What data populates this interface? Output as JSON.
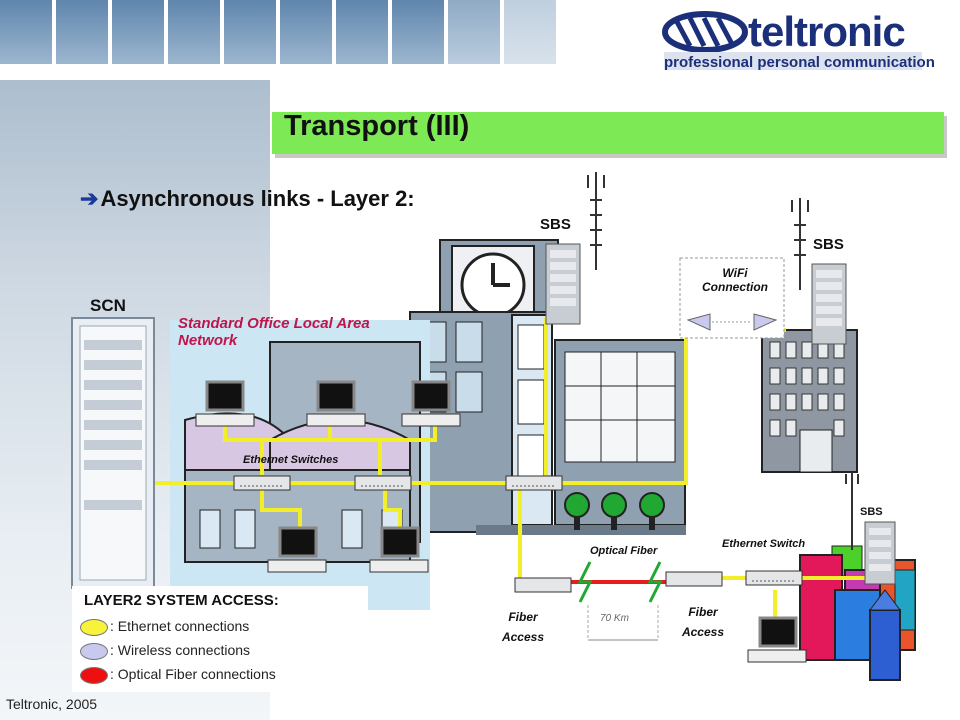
{
  "header": {
    "logo_text": "teltronic",
    "logo_tagline": "professional personal communication"
  },
  "title": "Transport (III)",
  "subtitle": "Asynchronous links - Layer 2:",
  "labels": {
    "scn": "SCN",
    "sbs_1": "SBS",
    "sbs_2": "SBS",
    "sbs_3": "SBS",
    "wifi": [
      "WiFi",
      "Connection"
    ],
    "lan": [
      "Standard Office Local Area",
      "Network"
    ],
    "ethernet_switches": "Ethernet Switches",
    "ethernet_switch": "Ethernet Switch",
    "optical_fiber": "Optical Fiber",
    "fiber_access_1": [
      "Fiber",
      "Access"
    ],
    "fiber_access_2": [
      "Fiber",
      "Access"
    ],
    "distance": "70 Km"
  },
  "legend": {
    "title": "LAYER2 SYSTEM ACCESS:",
    "items": [
      {
        "color": "#f7f23a",
        "label": ": Ethernet connections"
      },
      {
        "color": "#c9c9ef",
        "label": ": Wireless connections"
      },
      {
        "color": "#ee1010",
        "label": ": Optical Fiber connections"
      }
    ]
  },
  "colors": {
    "ethernet": "#f2ee2a",
    "optical": "#e81c1c",
    "title_bar": "#7dea55",
    "brand": "#1c2f7a"
  },
  "footer": "Teltronic, 2005"
}
